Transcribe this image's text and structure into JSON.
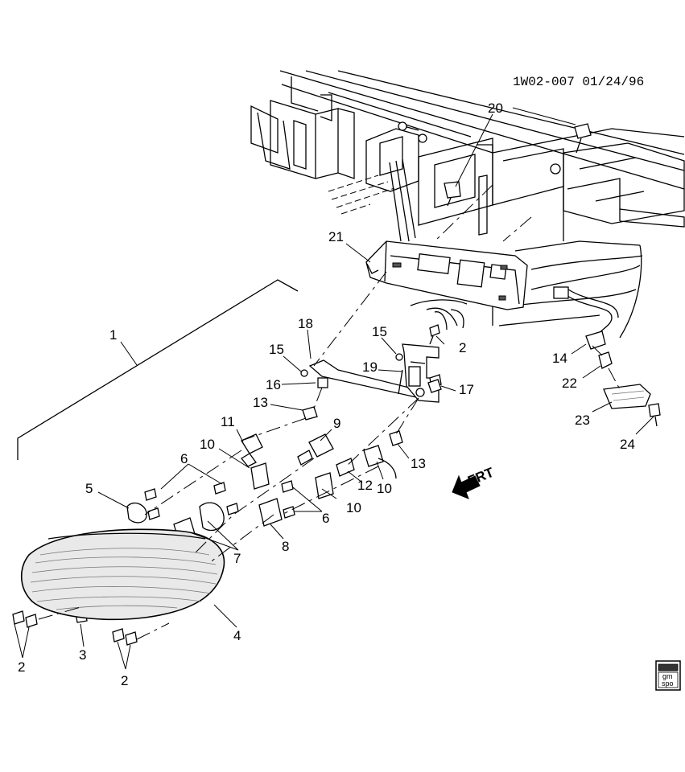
{
  "header": {
    "code": "1W02-007 01/24/96"
  },
  "direction": {
    "label": "FRT"
  },
  "badge": {
    "line1": "gm",
    "line2": "spo"
  },
  "callouts": [
    "1",
    "2",
    "2",
    "2",
    "2",
    "3",
    "4",
    "5",
    "6",
    "6",
    "7",
    "8",
    "9",
    "10",
    "10",
    "10",
    "11",
    "12",
    "13",
    "13",
    "14",
    "15",
    "15",
    "16",
    "17",
    "18",
    "19",
    "20",
    "21",
    "22",
    "23",
    "24"
  ]
}
